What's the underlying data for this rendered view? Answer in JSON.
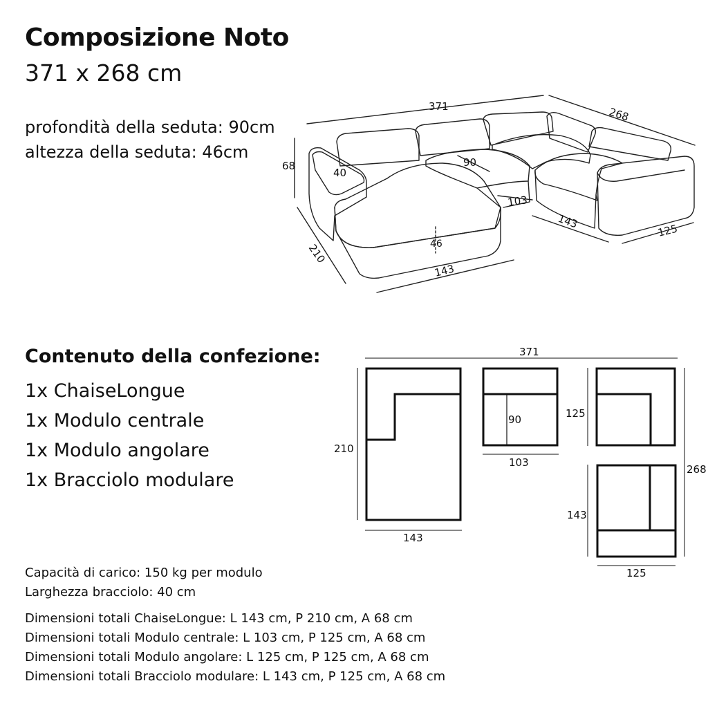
{
  "title": "Composizione Noto",
  "overall_size": "371 x 268 cm",
  "specs": [
    "profondità della seduta: 90cm",
    "altezza della seduta: 46cm"
  ],
  "iso_dims": {
    "width": "371",
    "depth": "268",
    "height": "68",
    "chaise_depth": "210",
    "chaise_width": "143",
    "arm": "40",
    "seat_depth": "90",
    "seat_height": "46",
    "middle": "103",
    "corner_depth": "143",
    "end_width": "125"
  },
  "package": {
    "heading": "Contenuto della confezione:",
    "items": [
      "1x ChaiseLongue",
      "1x Modulo centrale",
      "1x Modulo angolare",
      "1x Bracciolo modulare"
    ]
  },
  "plan_dims": {
    "total_width": "371",
    "chaise_depth": "210",
    "chaise_width": "143",
    "centre_seat": "90",
    "centre_width": "103",
    "corner_depth": "125",
    "total_depth": "268",
    "arm_depth": "143",
    "arm_width": "125"
  },
  "notes": [
    "Capacità di carico: 150 kg per modulo",
    "Larghezza bracciolo: 40 cm"
  ],
  "dimensions": [
    "Dimensioni totali ChaiseLongue: L 143 cm, P 210 cm, A 68 cm",
    "Dimensioni totali Modulo centrale: L 103 cm, P 125 cm, A 68 cm",
    "Dimensioni totali Modulo angolare: L 125 cm, P 125 cm, A 68 cm",
    "Dimensioni totali Bracciolo modulare: L 143 cm, P 125 cm, A 68 cm"
  ]
}
